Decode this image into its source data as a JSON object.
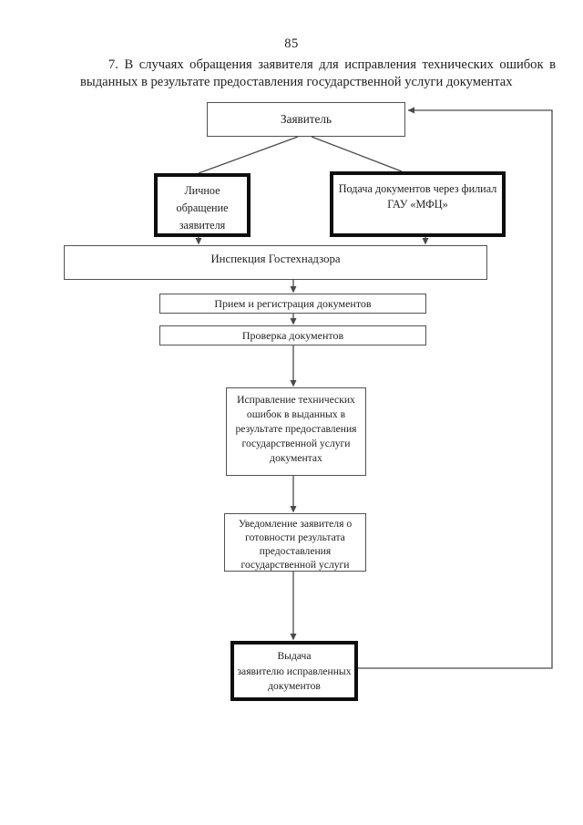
{
  "page_number": "85",
  "paragraph": "7. В случаях обращения заявителя для исправления технических ошибок в выданных в результате предоставления государственной услуги документах",
  "flowchart": {
    "applicant": "Заявитель",
    "personal_visit": "Личное\nобращение\nзаявителя",
    "mfc_submission": "Подача документов через филиал\nГАУ «МФЦ»",
    "inspection": "Инспекция Гостехнадзора",
    "reception": "Прием и регистрация документов",
    "document_check": "Проверка документов",
    "correction": "Исправление технических\nошибок в выданных в\nрезультате предоставления\nгосударственной услуги\nдокументах",
    "notification": "Уведомление заявителя о\nготовности результата\nпредоставления\nгосударственной услуги",
    "issuance": "Выдача\nзаявителю исправленных\nдокументов"
  },
  "colors": {
    "ink": "#1f1f1f",
    "line": "#4a4a4a",
    "thin_border": "#525252",
    "thick_border": "#0e0e0e",
    "background": "#ffffff"
  }
}
